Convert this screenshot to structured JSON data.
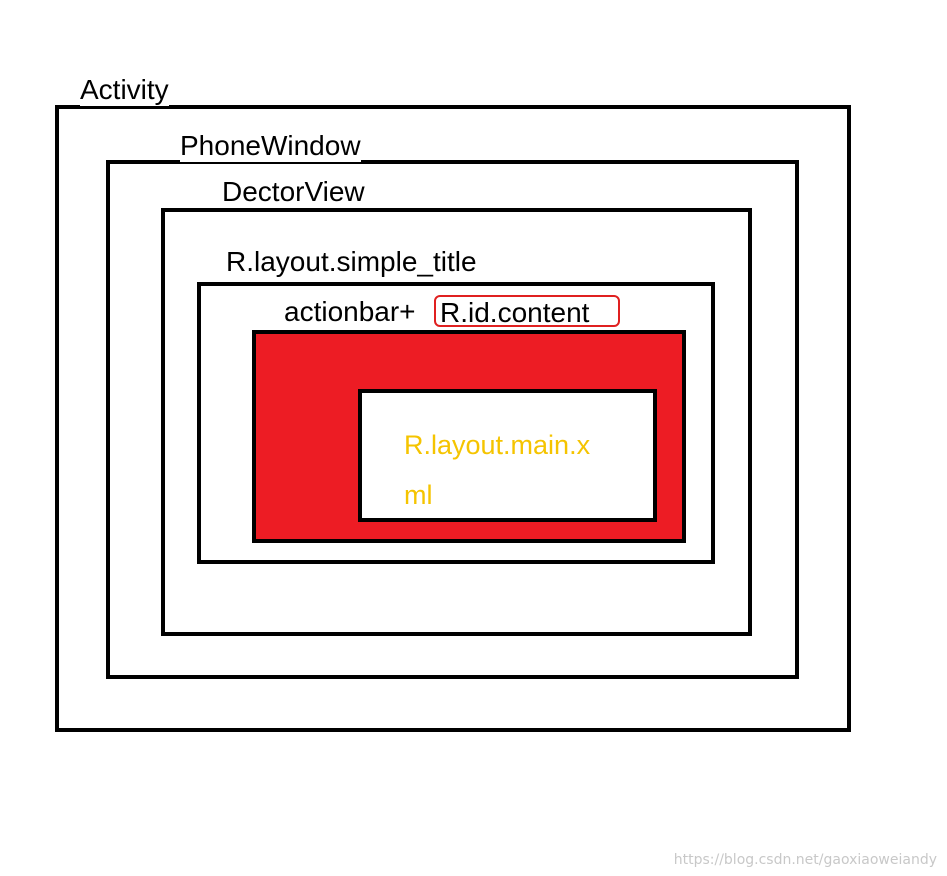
{
  "diagram": {
    "layers": {
      "activity": "Activity",
      "phone_window": "PhoneWindow",
      "dector_view": "DectorView",
      "simple_title": "R.layout.simple_title",
      "actionbar_prefix": "actionbar+",
      "content_id": "R.id.content",
      "main_layout": "R.layout.main.x\nml"
    },
    "colors": {
      "content_fill": "#ed1c24",
      "main_text": "#f5c400",
      "highlight_outline": "#e02020",
      "box_border": "#000000"
    }
  },
  "watermark": "https://blog.csdn.net/gaoxiaoweiandy"
}
